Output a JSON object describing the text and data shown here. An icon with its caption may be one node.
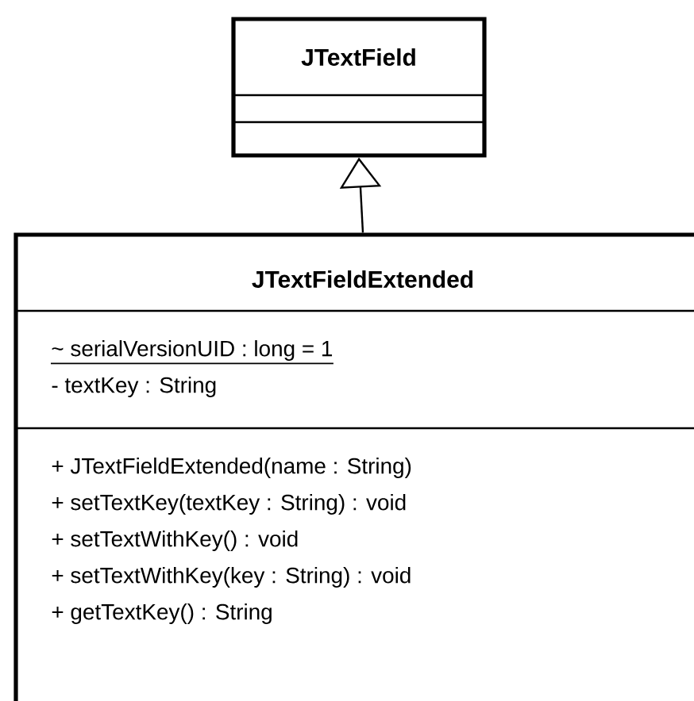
{
  "diagram": {
    "nodes": [
      {
        "text": [
          "JTextField"
        ]
      },
      {
        "text": [
          "JTextFieldExtended",
          "~ serialVersionUID : long = 1",
          "- textKey : String",
          "+ JTextFieldExtended(name : String)",
          "+ setTextKey(textKey : String) : void",
          "+ setTextWithKey() : void",
          "+ setTextWithKey(key : String) : void",
          "+ getTextKey() : String"
        ]
      }
    ],
    "edges": [
      {
        "from": 1,
        "to": 0,
        "arrow": "to"
      }
    ]
  }
}
